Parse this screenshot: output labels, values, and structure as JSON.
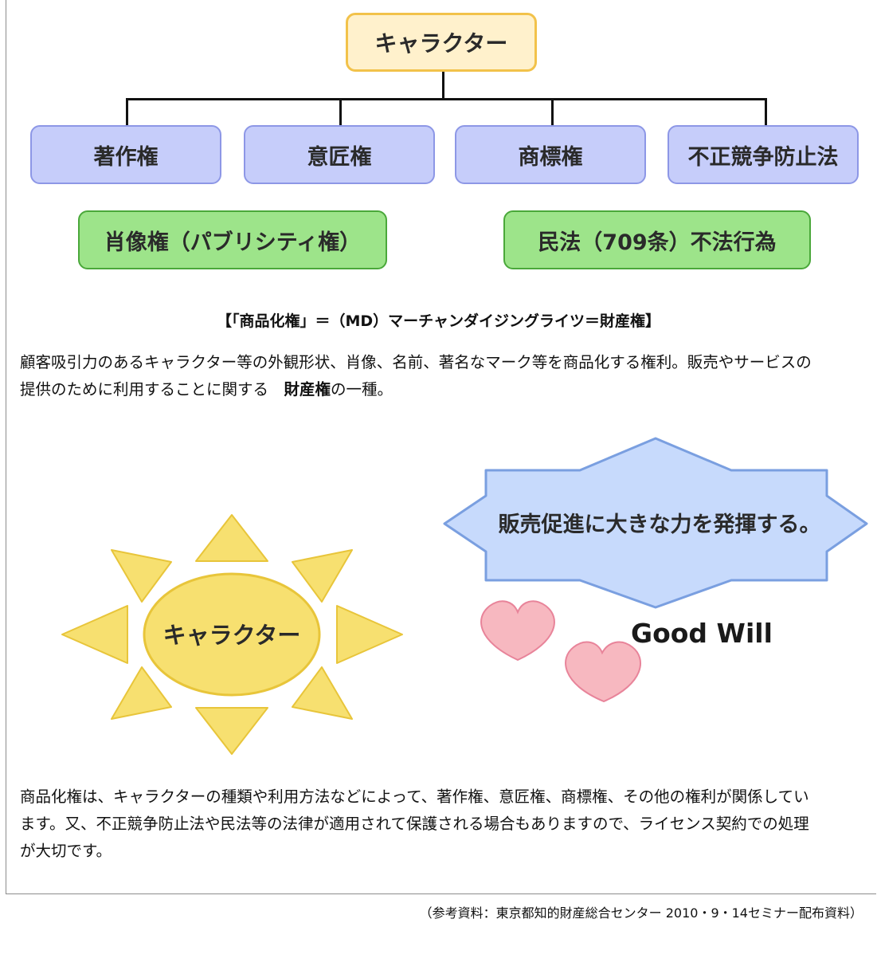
{
  "diagram": {
    "top": "キャラクター",
    "rights": [
      "著作権",
      "意匠権",
      "商標権",
      "不正競争防止法"
    ],
    "others": [
      "肖像権（パブリシティ権）",
      "民法（709条）不法行為"
    ]
  },
  "heading": "【「商品化権」＝（MD）マーチャンダイジングライツ＝財産権】",
  "description": {
    "text_before": "顧客吸引力のあるキャラクター等の外観形状、肖像、名前、著名なマーク等を商品化する権利。販売やサービスの提供のために利用することに関する　",
    "bold": "財産権",
    "text_after": "の一種。"
  },
  "illustration": {
    "sun_label": "キャラクター",
    "burst_label": "販売促進に大きな力を発揮する。",
    "goodwill": "Good Will"
  },
  "body_text": "商品化権は、キャラクターの種類や利用方法などによって、著作権、意匠権、商標権、その他の権利が関係しています。又、不正競争防止法や民法等の法律が適用されて保護される場合もありますので、ライセンス契約での処理が大切です。",
  "source": "（参考資料：東京都知的財産総合センター 2010・9・14セミナー配布資料）",
  "colors": {
    "top_fill": "#fff1cc",
    "top_border": "#f2c24a",
    "rights_fill": "#c6cdfa",
    "rights_border": "#8d97e6",
    "others_fill": "#9de48a",
    "others_border": "#4aa83a",
    "sun": "#f7e070",
    "burst": "#c7dafc",
    "heart": "#f7b8c0"
  }
}
